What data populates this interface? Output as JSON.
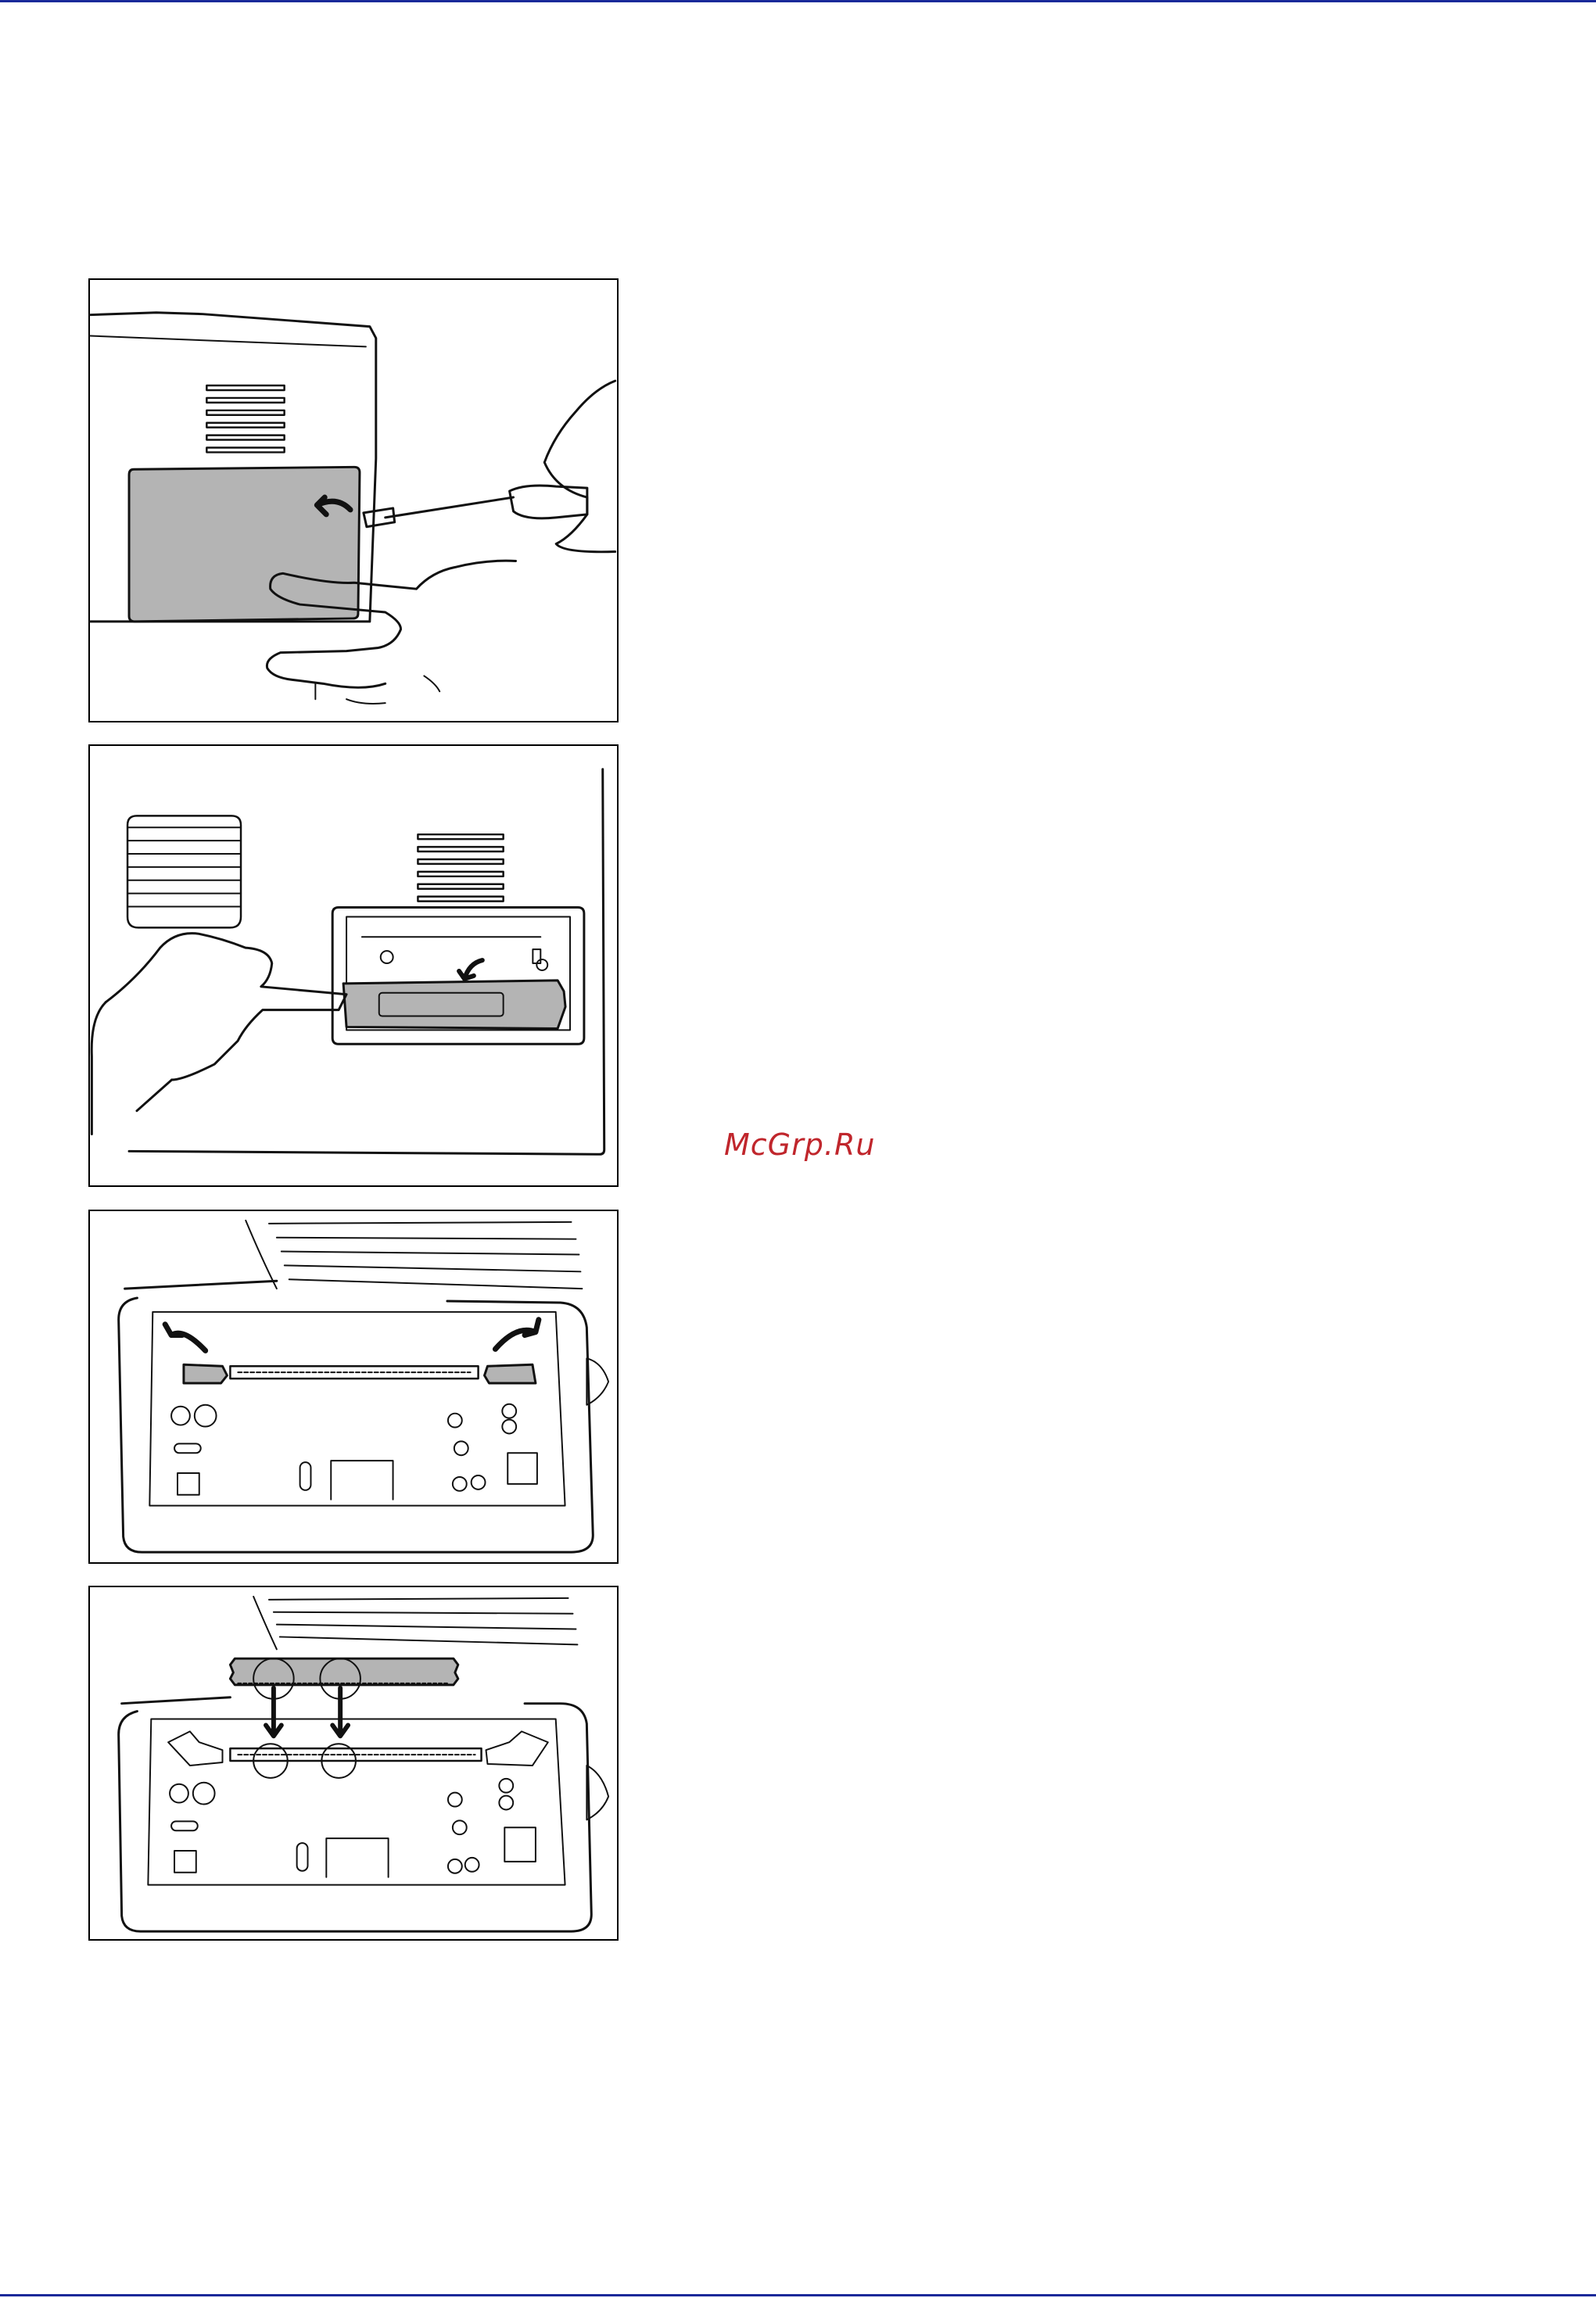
{
  "page": {
    "rule_color": "#1a2a9a",
    "watermark": {
      "text": "McGrp.Ru",
      "color": "#c0262c"
    }
  },
  "figures": [
    {
      "id": "remove-side-cover",
      "shows": [
        "printer-side",
        "memory-slot-cover",
        "screwdriver",
        "hand"
      ]
    },
    {
      "id": "remove-slot-cover",
      "shows": [
        "printer-side",
        "slot-cover",
        "hand"
      ]
    },
    {
      "id": "open-slot-latches",
      "shows": [
        "memory-socket",
        "latch-arrows"
      ]
    },
    {
      "id": "insert-memory-module",
      "shows": [
        "memory-module",
        "socket",
        "notch-alignment",
        "insert-arrows"
      ]
    }
  ],
  "colors": {
    "fill_gray": "#b4b4b4",
    "line": "#111111"
  }
}
